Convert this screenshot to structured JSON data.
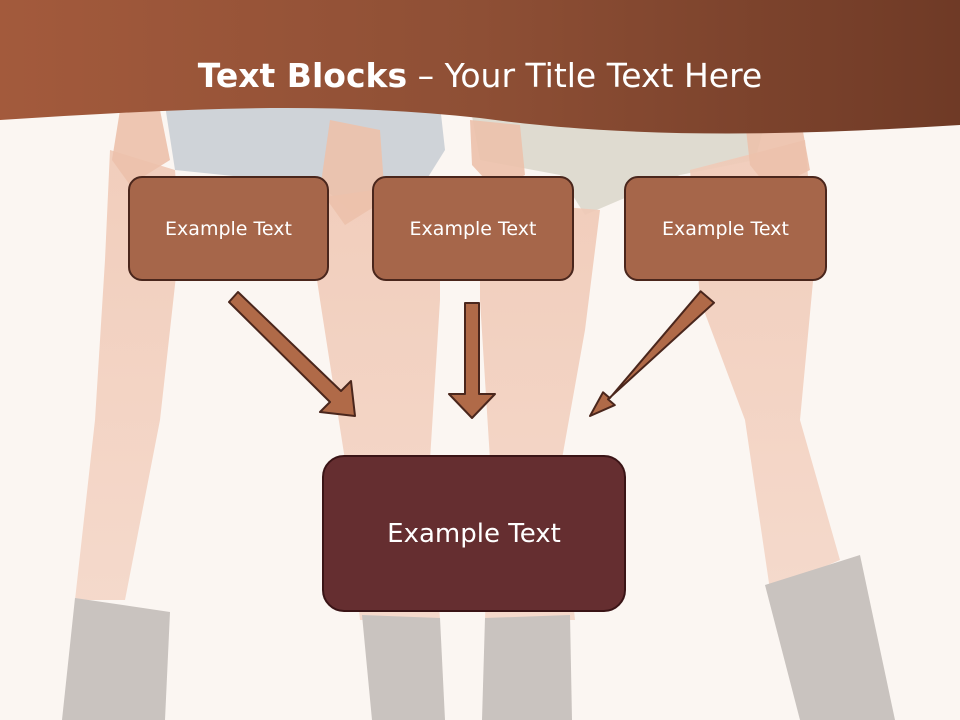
{
  "title": {
    "bold": "Text Blocks",
    "dash": " – ",
    "rest": "Your Title Text Here"
  },
  "blocks": [
    "Example Text",
    "Example Text",
    "Example Text"
  ],
  "main_block": "Example Text",
  "colors": {
    "header": "#8c4f34",
    "block_fill": "#a6664a",
    "main_fill": "#652e30",
    "arrow_fill": "#b06a48",
    "background": "#fbf6f2"
  }
}
